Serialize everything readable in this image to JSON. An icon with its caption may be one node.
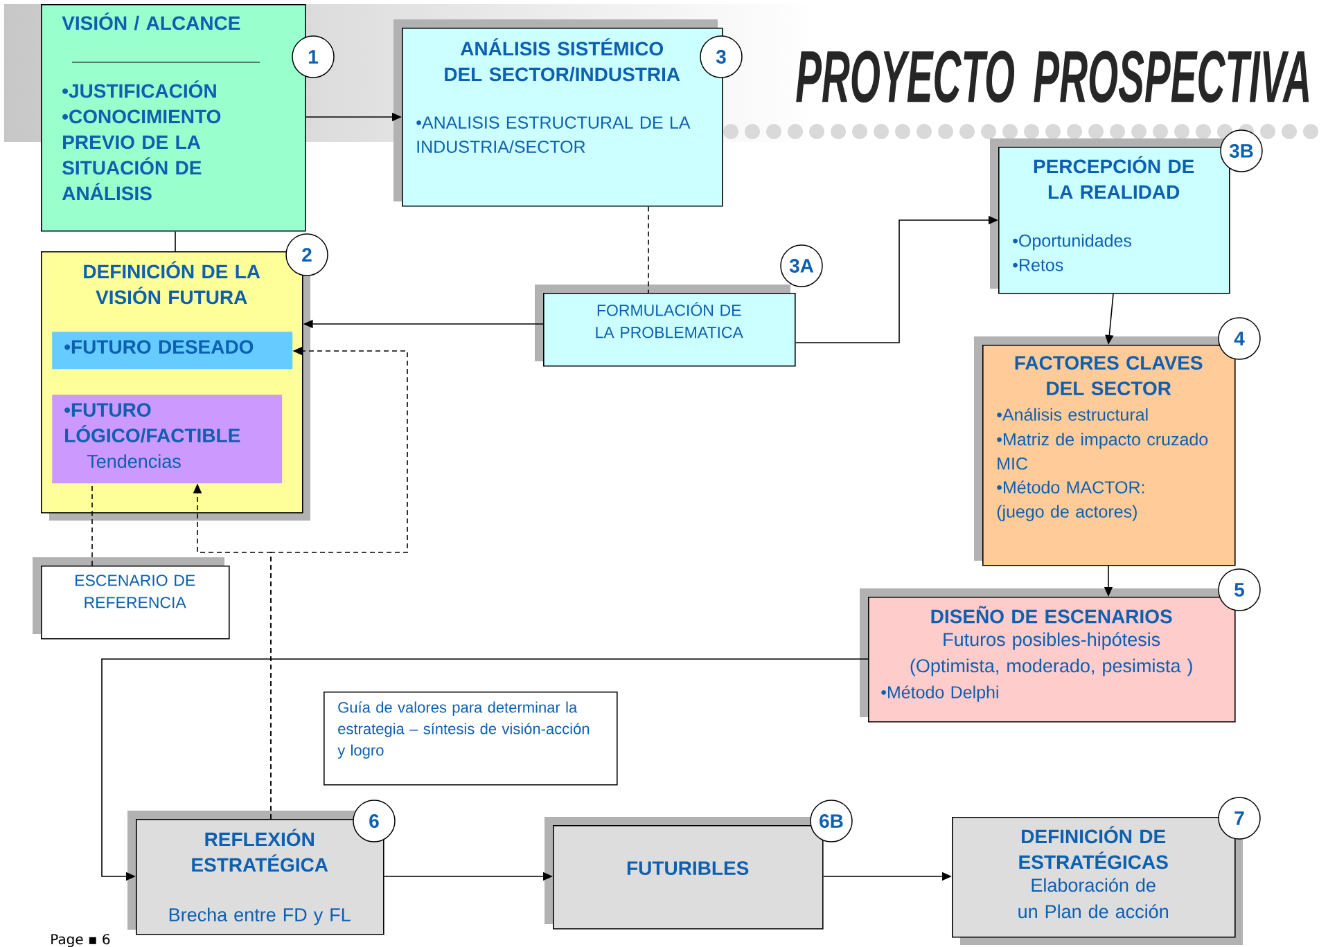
{
  "diagram": {
    "title": "PROYECTO PROSPECTIVA",
    "nodes": [
      {
        "text": [
          "VISIÓN / ALCANCE",
          "•JUSTIFICACIÓN •CONOCIMIENTO PREVIO DE LA SITUACIÓN DE ANÁLISIS"
        ]
      },
      {
        "text": [
          "1"
        ]
      },
      {
        "text": [
          "ANÁLISIS SISTÉMICO DEL SECTOR/INDUSTRIA",
          "•ANALISIS ESTRUCTURAL DE LA INDUSTRIA/SECTOR"
        ]
      },
      {
        "text": [
          "3"
        ]
      },
      {
        "text": [
          "DEFINICIÓN DE LA VISIÓN FUTURA"
        ]
      },
      {
        "text": [
          "•FUTURO DESEADO"
        ],
        "in": 4
      },
      {
        "text": [
          "•FUTURO LÓGICO/FACTIBLE",
          "Tendencias"
        ],
        "in": 4
      },
      {
        "text": [
          "2"
        ]
      },
      {
        "text": [
          "FORMULACIÓN DE LA PROBLEMATICA"
        ]
      },
      {
        "text": [
          "3A"
        ]
      },
      {
        "text": [
          "ESCENARIO DE REFERENCIA"
        ]
      },
      {
        "text": [
          "PERCEPCIÓN DE LA REALIDAD",
          "•Oportunidades",
          "•Retos"
        ]
      },
      {
        "text": [
          "3B"
        ]
      },
      {
        "text": [
          "FACTORES CLAVES DEL SECTOR",
          "•Análisis estructural",
          "•Matriz de impacto cruzado MIC",
          "•Método MACTOR: (juego de actores)"
        ]
      },
      {
        "text": [
          "4"
        ]
      },
      {
        "text": [
          "DISEÑO DE ESCENARIOS",
          "Futuros posibles-hipótesis (Optimista, moderado, pesimista )",
          "•Método Delphi"
        ]
      },
      {
        "text": [
          "5"
        ]
      },
      {
        "text": [
          "Guía de valores para determinar la estrategia – síntesis de visión-acción y logro"
        ]
      },
      {
        "text": [
          "REFLEXIÓN ESTRATÉGICA",
          "Brecha entre FD y FL"
        ]
      },
      {
        "text": [
          "6"
        ]
      },
      {
        "text": [
          "FUTURIBLES"
        ]
      },
      {
        "text": [
          "6B"
        ]
      },
      {
        "text": [
          "DEFINICIÓN DE ESTRATÉGICAS",
          "Elaboración de un Plan de acción"
        ]
      },
      {
        "text": [
          "7"
        ]
      }
    ],
    "edges": [
      {
        "from": 0,
        "to": 2,
        "arrow": "to"
      },
      {
        "from": 0,
        "to": 4,
        "arrow": "none"
      },
      {
        "from": 2,
        "to": 8,
        "arrow": "none",
        "style": "dashed"
      },
      {
        "from": 8,
        "to": 4,
        "arrow": "to"
      },
      {
        "from": 8,
        "to": 11,
        "arrow": "to"
      },
      {
        "from": 11,
        "to": 13,
        "arrow": "to"
      },
      {
        "from": 13,
        "to": 15,
        "arrow": "to"
      },
      {
        "from": 15,
        "to": 18,
        "arrow": "to"
      },
      {
        "from": 18,
        "to": 20,
        "arrow": "to"
      },
      {
        "from": 20,
        "to": 22,
        "arrow": "to"
      },
      {
        "from": 10,
        "to": 6,
        "arrow": "none",
        "style": "dashed"
      },
      {
        "from": 18,
        "to": 6,
        "arrow": "to",
        "style": "dashed"
      },
      {
        "from": 18,
        "to": 5,
        "arrow": "to",
        "style": "dashed"
      }
    ],
    "labels": [
      "Page ▪ 6"
    ]
  }
}
